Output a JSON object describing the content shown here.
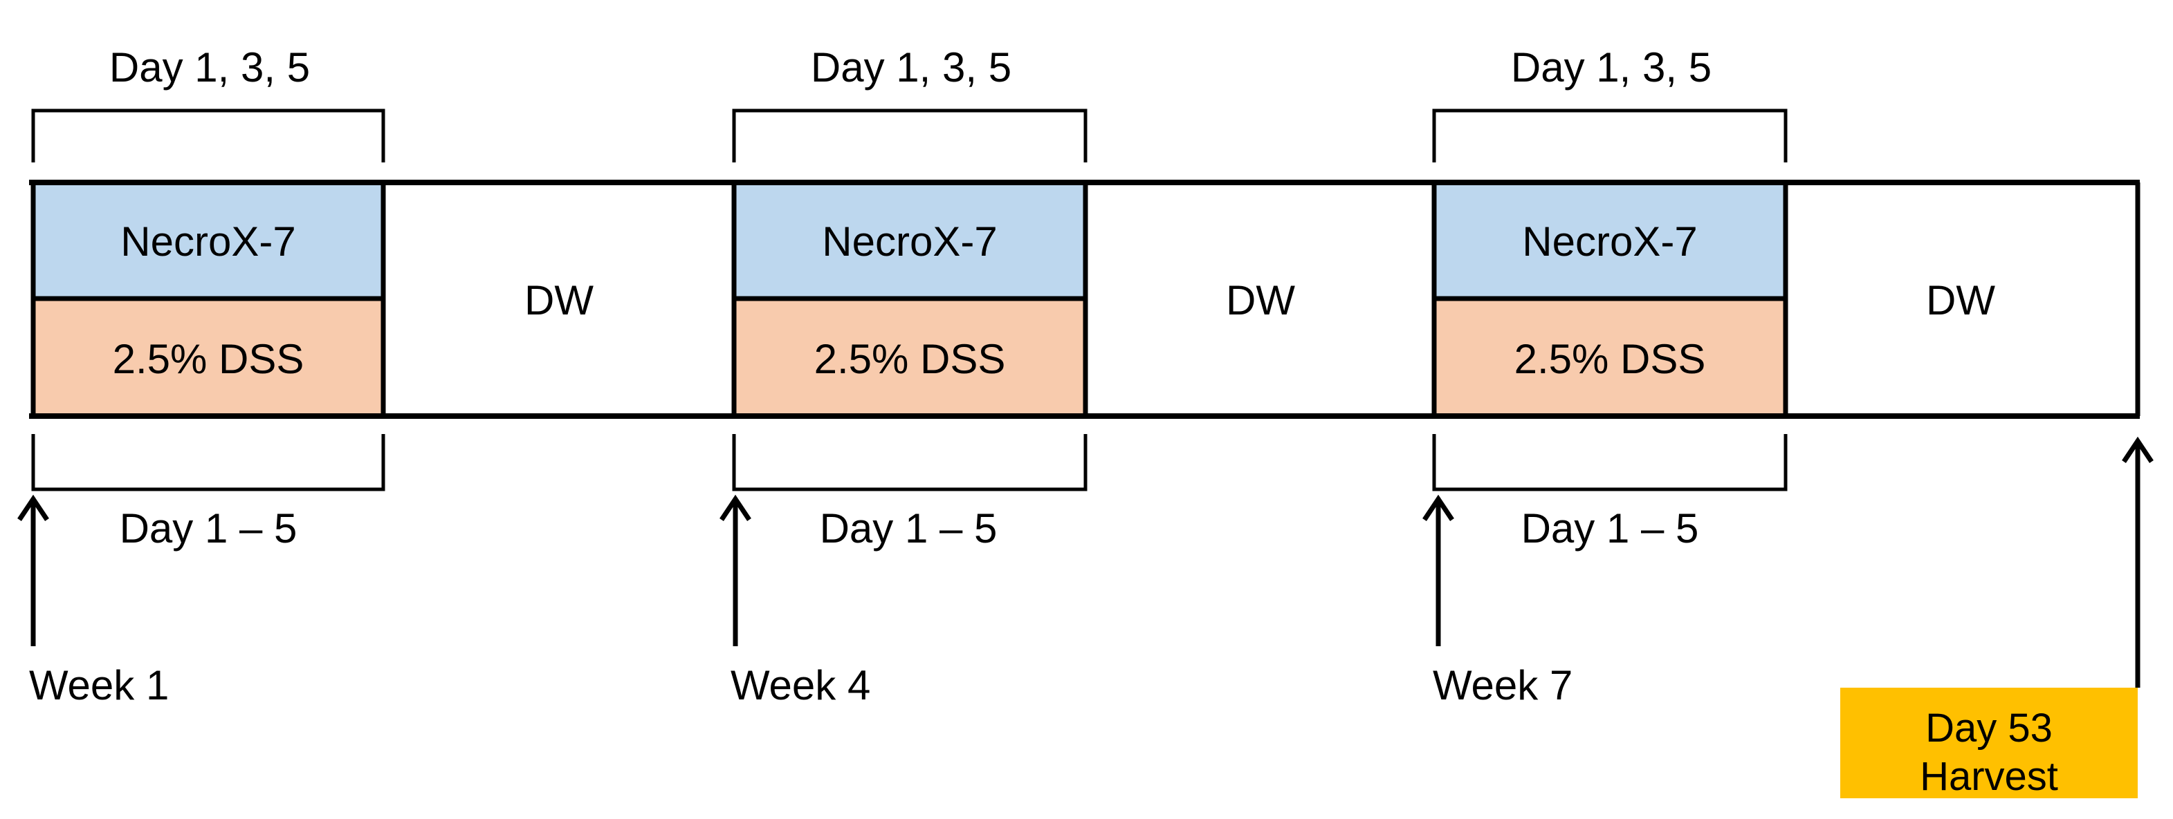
{
  "colors": {
    "necrox_fill": "#BDD7EE",
    "dss_fill": "#F8CBAD",
    "harvest_fill": "#FFC000",
    "line": "#000000"
  },
  "cycles": [
    {
      "dosing_bracket_label": "Day 1, 3, 5",
      "treatment_label": "NecroX-7",
      "dss_label": "2.5% DSS",
      "dss_bracket_label": "Day 1 – 5",
      "rest_label": "DW",
      "week_label": "Week 1"
    },
    {
      "dosing_bracket_label": "Day 1, 3, 5",
      "treatment_label": "NecroX-7",
      "dss_label": "2.5% DSS",
      "dss_bracket_label": "Day 1 – 5",
      "rest_label": "DW",
      "week_label": "Week 4"
    },
    {
      "dosing_bracket_label": "Day 1, 3, 5",
      "treatment_label": "NecroX-7",
      "dss_label": "2.5% DSS",
      "dss_bracket_label": "Day 1 – 5",
      "rest_label": "DW",
      "week_label": "Week 7"
    }
  ],
  "harvest": {
    "day_label": "Day 53",
    "action_label": "Harvest"
  }
}
